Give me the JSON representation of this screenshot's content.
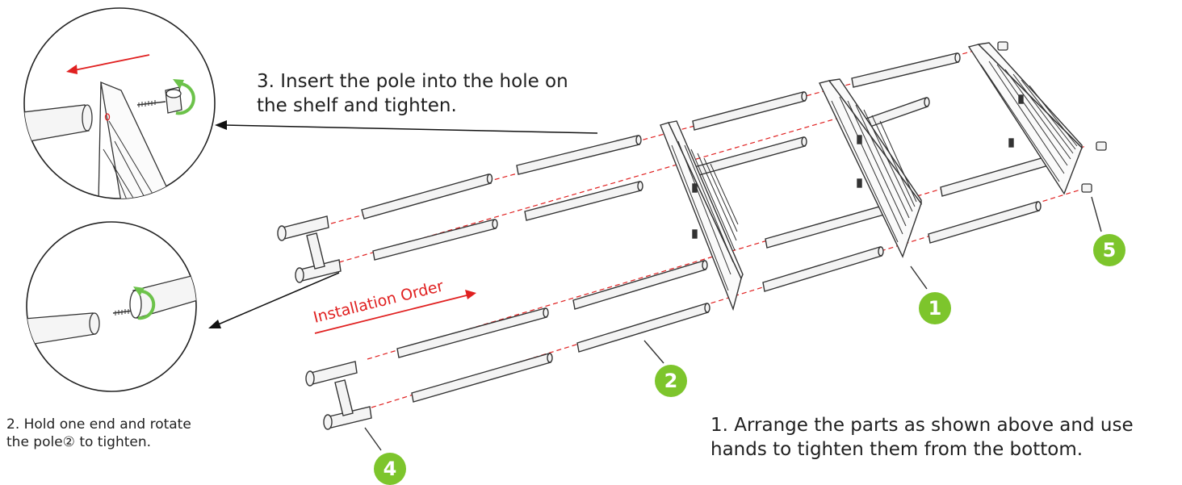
{
  "captions": {
    "step3": "3. Insert the pole into the hole on\nthe shelf and tighten.",
    "step2": "2.  Hold one end and rotate\nthe pole② to tighten.",
    "step1": "1. Arrange the parts as shown above and use\nhands to tighten them from the bottom."
  },
  "order_label": "Installation Order",
  "badges": {
    "b1": "1",
    "b2": "2",
    "b4": "4",
    "b5": "5"
  },
  "icons": {
    "rotate": "rotate-arrow-icon",
    "direction": "arrow-right-icon"
  },
  "colors": {
    "badge": "#7dc52c",
    "accent_red": "#e02020",
    "rotate_green": "#6cc24a",
    "line": "#333333",
    "pole_fill": "#f4f4f4"
  }
}
